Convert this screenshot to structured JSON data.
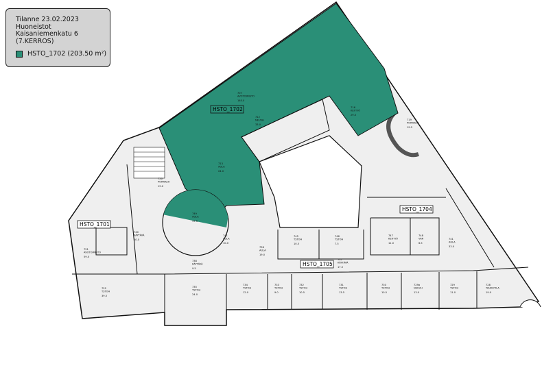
{
  "legend": {
    "status": "Tilanne 23.02.2023",
    "category": "Huoneistot",
    "address": "Kaisaniemenkatu 6",
    "floor": "(7.KERROS)",
    "item": "HSTO_1702 (203.50 m²)",
    "item_color": "#2a8f77"
  },
  "colors": {
    "highlight": "#2a8f77",
    "room_fill": "#efefef",
    "wall": "#111111"
  },
  "apartments": [
    {
      "id": "HSTO_1701"
    },
    {
      "id": "HSTO_1702",
      "highlighted": true
    },
    {
      "id": "HSTO_1704"
    },
    {
      "id": "HSTO_1705"
    }
  ],
  "rooms": [
    {
      "no": "707",
      "name": "AVOTOIMISTO",
      "area": "165.0"
    },
    {
      "no": "712",
      "name": "NEUVH",
      "area": "33.0"
    },
    {
      "no": "713",
      "name": "AULA",
      "area": "24.0"
    },
    {
      "no": "716",
      "name": "KEITTIÖ",
      "area": "29.0"
    },
    {
      "no": "719",
      "name": "PORRASH",
      "area": "19.5"
    },
    {
      "no": "720",
      "name": "PORRASH",
      "area": "19.0"
    },
    {
      "no": "749",
      "name": "AULA",
      "area": "37.5"
    },
    {
      "no": "740",
      "name": "KÄYTÄVÄ",
      "area": "20.0"
    },
    {
      "no": "741",
      "name": "AULA",
      "area": "10.0"
    },
    {
      "no": "738",
      "name": "KÄYTÄVÄ",
      "area": "9.5"
    },
    {
      "no": "736",
      "name": "AULA",
      "area": "19.0"
    },
    {
      "no": "737",
      "name": "KÄYTÄVÄ",
      "area": "17.5"
    },
    {
      "no": "751",
      "name": "AVOTOIMISTO",
      "area": "59.0"
    },
    {
      "no": "752",
      "name": "TSTOH",
      "area": "39.5"
    },
    {
      "no": "735",
      "name": "TSTOH",
      "area": "24.0"
    },
    {
      "no": "734",
      "name": "TSTOH",
      "area": "12.0"
    },
    {
      "no": "733",
      "name": "TSTOH",
      "area": "9.0"
    },
    {
      "no": "732",
      "name": "TSTOH",
      "area": "10.5"
    },
    {
      "no": "731",
      "name": "TSTOH",
      "area": "13.5"
    },
    {
      "no": "730",
      "name": "TSTOH",
      "area": "10.5"
    },
    {
      "no": "729a",
      "name": "NEUVH",
      "area": "13.0"
    },
    {
      "no": "729",
      "name": "TSTOH",
      "area": "11.0"
    },
    {
      "no": "728",
      "name": "TAUKOTILA",
      "area": "19.0"
    },
    {
      "no": "745",
      "name": "TSTOH",
      "area": "10.5"
    },
    {
      "no": "746",
      "name": "TSTOH",
      "area": "7.5"
    },
    {
      "no": "747",
      "name": "KEITTIÖ",
      "area": "11.0"
    },
    {
      "no": "748",
      "name": "VAR",
      "area": "6.5"
    },
    {
      "no": "741",
      "name": "AULA",
      "area": "33.0"
    }
  ]
}
